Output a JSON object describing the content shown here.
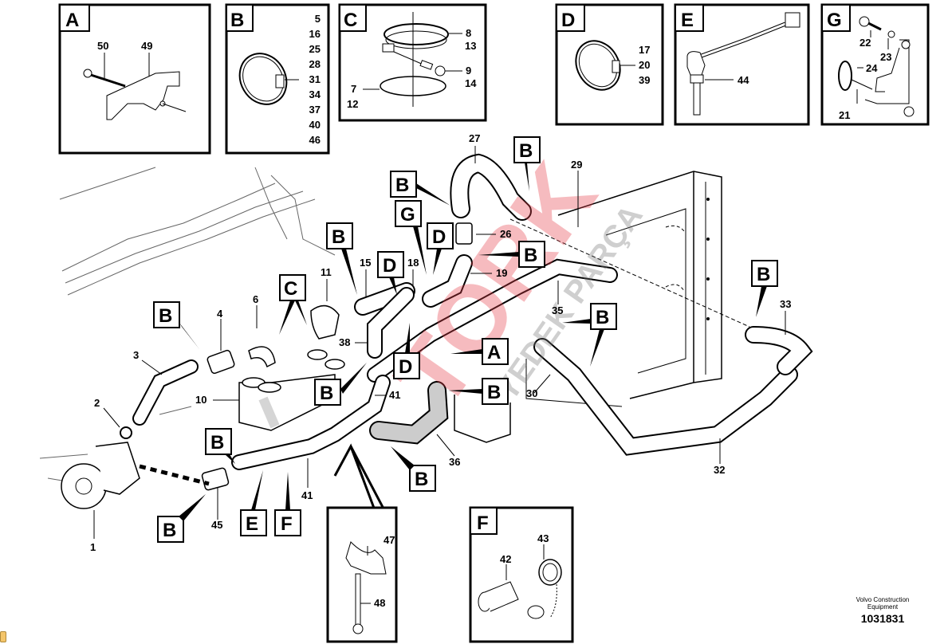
{
  "diagram": {
    "title": "Coolant hose system exploded view",
    "publisher_line1": "Volvo Construction",
    "publisher_line2": "Equipment",
    "reference_number": "1031831",
    "watermark_main": "TORK",
    "watermark_sub": "YEDEK PARÇA"
  },
  "detail_boxes": {
    "A": {
      "letter": "A",
      "parts": [
        "50",
        "49"
      ]
    },
    "B": {
      "letter": "B",
      "parts": [
        "5",
        "16",
        "25",
        "28",
        "31",
        "34",
        "37",
        "40",
        "46"
      ]
    },
    "C": {
      "letter": "C",
      "parts": [
        "8",
        "13",
        "9",
        "14",
        "7",
        "12"
      ]
    },
    "D": {
      "letter": "D",
      "parts": [
        "17",
        "20",
        "39"
      ]
    },
    "E": {
      "letter": "E",
      "parts": [
        "44"
      ]
    },
    "G": {
      "letter": "G",
      "parts": [
        "22",
        "23",
        "24",
        "21"
      ]
    },
    "clip": {
      "parts": [
        "47",
        "48"
      ]
    },
    "F": {
      "letter": "F",
      "parts": [
        "42",
        "43"
      ]
    }
  },
  "callouts": {
    "p1": "1",
    "p2": "2",
    "p3": "3",
    "p4": "4",
    "p6": "6",
    "p10": "10",
    "p11": "11",
    "p15": "15",
    "p18": "18",
    "p19": "19",
    "p26": "26",
    "p27": "27",
    "p29": "29",
    "p30": "30",
    "p32": "32",
    "p33": "33",
    "p35": "35",
    "p36": "36",
    "p38": "38",
    "p41a": "41",
    "p41b": "41",
    "p45": "45"
  },
  "ref_letters": {
    "B": "B",
    "C": "C",
    "D": "D",
    "G": "G",
    "A": "A",
    "E": "E",
    "F": "F"
  }
}
